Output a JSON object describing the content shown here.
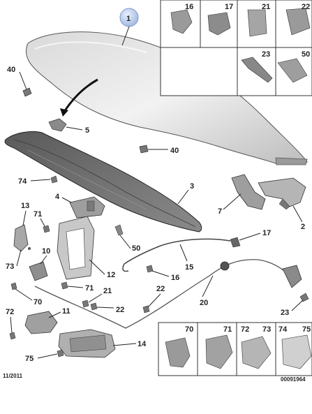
{
  "callouts": {
    "c1": "1",
    "c2": "2",
    "c3": "3",
    "c4": "4",
    "c5": "5",
    "c7": "7",
    "c10": "10",
    "c11": "11",
    "c12": "12",
    "c13": "13",
    "c14": "14",
    "c15": "15",
    "c16": "16",
    "c17": "17",
    "c20": "20",
    "c21": "21",
    "c22a": "22",
    "c22b": "22",
    "c23": "23",
    "c40a": "40",
    "c40b": "40",
    "c50": "50",
    "c70": "70",
    "c71a": "71",
    "c71b": "71",
    "c72": "72",
    "c73": "73",
    "c74": "74",
    "c75": "75"
  },
  "top_box": {
    "cells": [
      "16",
      "17",
      "21",
      "22",
      "23",
      "50"
    ]
  },
  "bottom_box": {
    "cells": [
      "70",
      "71",
      "72",
      "73",
      "74",
      "75"
    ]
  },
  "footer": {
    "date": "11/2011",
    "code": "00091964"
  }
}
